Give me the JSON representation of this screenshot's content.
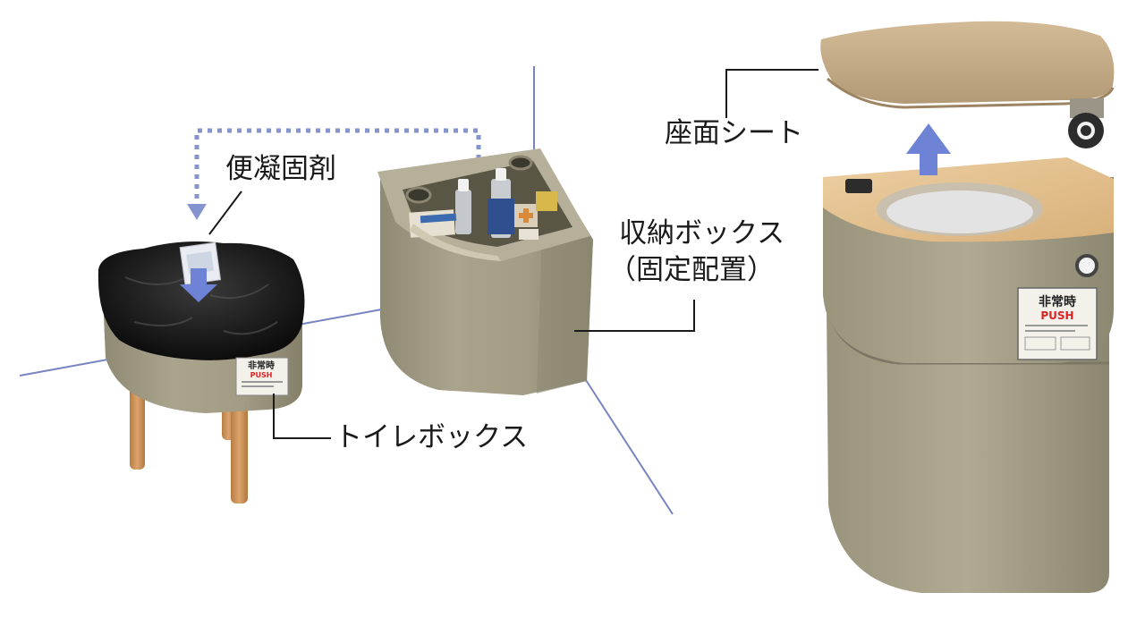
{
  "labels": {
    "deodorant": "便凝固剤",
    "toilet_box": "トイレボックス",
    "storage_line1": "収納ボックス",
    "storage_line2": "（固定配置）",
    "seat_sheet": "座面シート"
  },
  "sticker": {
    "title": "非常時",
    "push": "PUSH"
  },
  "colors": {
    "body": "#a39d86",
    "body_dark": "#8a8570",
    "seat": "#c7ad88",
    "wood": "#e6c391",
    "wood_leg": "#c9935a",
    "flow_arrow": "#8593cf",
    "guide_line": "#7884bf"
  }
}
